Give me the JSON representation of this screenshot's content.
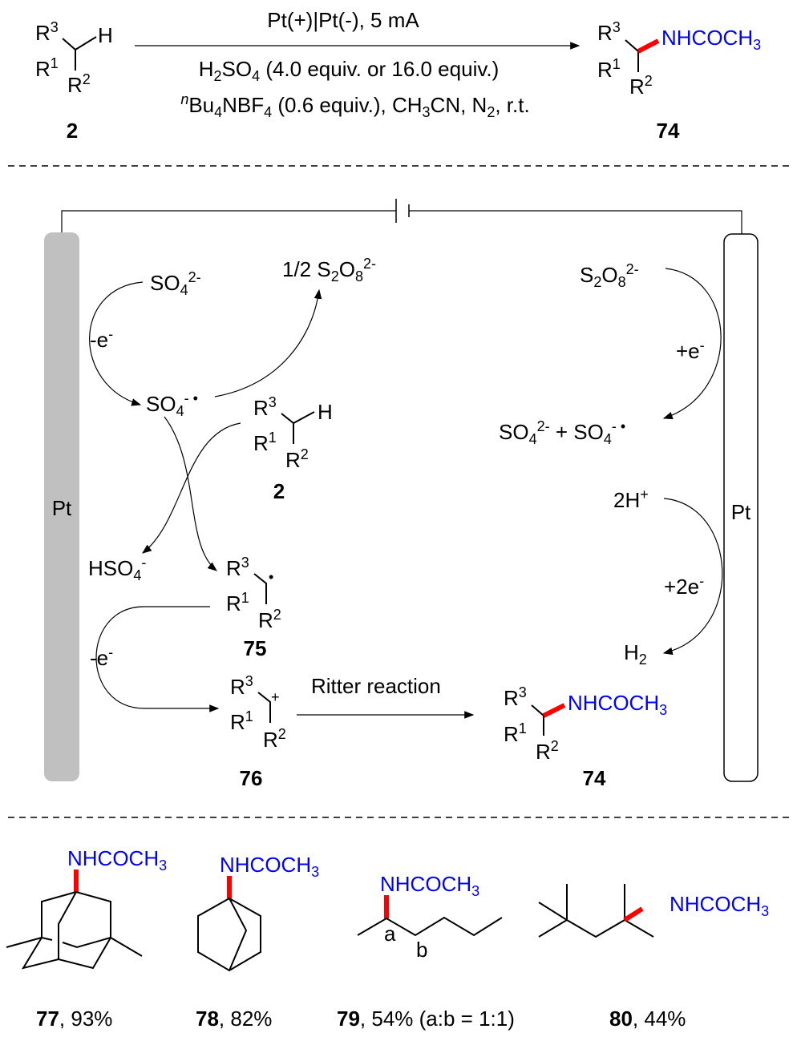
{
  "scheme": {
    "conditions_line1": "Pt(+)|Pt(-), 5 mA",
    "conditions_line2": [
      "H",
      "2",
      "SO",
      "4",
      " (4.0 equiv. or 16.0 equiv.)"
    ],
    "conditions_line3": [
      "n",
      "Bu",
      "4",
      "NBF",
      "4",
      " (0.6 equiv.), CH",
      "3",
      "CN, N",
      "2",
      ", r.t."
    ],
    "substrate_label": "2",
    "product_label": "74"
  },
  "groups": {
    "r": "R",
    "one": "1",
    "two": "2",
    "three": "3",
    "h": "H",
    "amide": [
      "NHCOCH",
      "3"
    ]
  },
  "mechanism": {
    "sulfate": [
      "SO",
      "4",
      "2-"
    ],
    "half_persulfate": [
      "1/2 S",
      "2",
      "O",
      "8",
      "2-"
    ],
    "minus_e_1": [
      "-e",
      "-"
    ],
    "sulfate_radical": [
      "SO",
      "4",
      "- •"
    ],
    "substrate_label": "2",
    "bisulfate": [
      "HSO",
      "4",
      "-"
    ],
    "radical_label": "75",
    "radical_dot": "•",
    "minus_e_2": [
      "-e",
      "-"
    ],
    "cation_label": "76",
    "cation_charge": "+",
    "ritter": "Ritter reaction",
    "product_label": "74",
    "anode_label": "Pt",
    "cathode_label": "Pt",
    "persulfate": [
      "S",
      "2",
      "O",
      "8",
      "2-"
    ],
    "plus_e": [
      "+e",
      "-"
    ],
    "sulfate_pair": [
      "SO",
      "4",
      "2-",
      " + SO",
      "4",
      "- •"
    ],
    "protons": [
      "2H",
      "+"
    ],
    "plus_2e": [
      "+2e",
      "-"
    ],
    "hydrogen": [
      "H",
      "2"
    ]
  },
  "examples": [
    {
      "id": "77",
      "yield": ", 93%",
      "sub": ""
    },
    {
      "id": "78",
      "yield": ", 82%",
      "sub": ""
    },
    {
      "id": "79",
      "yield": ", 54% (a:b = 1:1)",
      "site_a": "a",
      "site_b": "b"
    },
    {
      "id": "80",
      "yield": ", 44%"
    }
  ],
  "colors": {
    "amide": "#0000ff",
    "new_bond": "#ff0000",
    "anode": "#c0c0c0"
  }
}
